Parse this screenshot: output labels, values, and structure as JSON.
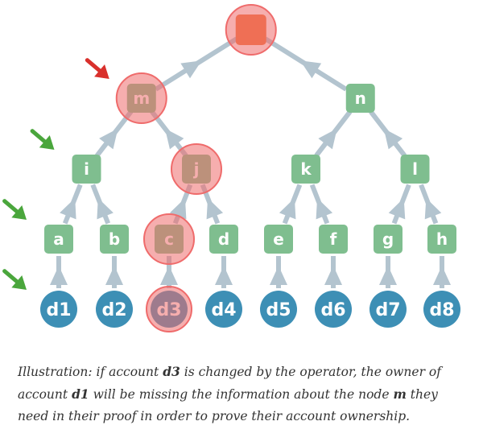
{
  "tree": {
    "colors": {
      "node_green": "#7fbe8f",
      "leaf_blue": "#3d8fb5",
      "root_orange": "#f0743a",
      "arrow_gray": "#b3c4cf",
      "highlight_red": "#ef6b6b",
      "marker_red": "#d9302c",
      "marker_green": "#4aa63c"
    },
    "root": {
      "id": "root",
      "label": ""
    },
    "level1": [
      {
        "id": "m",
        "label": "m"
      },
      {
        "id": "n",
        "label": "n"
      }
    ],
    "level2": [
      {
        "id": "i",
        "label": "i"
      },
      {
        "id": "j",
        "label": "j"
      },
      {
        "id": "k",
        "label": "k"
      },
      {
        "id": "l",
        "label": "l"
      }
    ],
    "level3": [
      {
        "id": "a",
        "label": "a"
      },
      {
        "id": "b",
        "label": "b"
      },
      {
        "id": "c",
        "label": "c"
      },
      {
        "id": "d",
        "label": "d"
      },
      {
        "id": "e",
        "label": "e"
      },
      {
        "id": "f",
        "label": "f"
      },
      {
        "id": "g",
        "label": "g"
      },
      {
        "id": "h",
        "label": "h"
      }
    ],
    "leaves": [
      {
        "id": "d1",
        "label": "d1"
      },
      {
        "id": "d2",
        "label": "d2"
      },
      {
        "id": "d3",
        "label": "d3"
      },
      {
        "id": "d4",
        "label": "d4"
      },
      {
        "id": "d5",
        "label": "d5"
      },
      {
        "id": "d6",
        "label": "d6"
      },
      {
        "id": "d7",
        "label": "d7"
      },
      {
        "id": "d8",
        "label": "d8"
      }
    ],
    "highlighted": [
      "root",
      "m",
      "j",
      "c",
      "d3"
    ],
    "markers": [
      {
        "target": "m",
        "color": "red"
      },
      {
        "target": "i",
        "color": "green"
      },
      {
        "target": "a",
        "color": "green"
      },
      {
        "target": "d1",
        "color": "green"
      }
    ]
  },
  "caption": {
    "p1": "Illustration: if account ",
    "t1": "d3",
    "p2": " is changed by the operator, the owner of account ",
    "t2": "d1",
    "p3": " will be missing the information about the node ",
    "t3": "m",
    "p4": " they need in their proof in order to prove their account ownership."
  }
}
